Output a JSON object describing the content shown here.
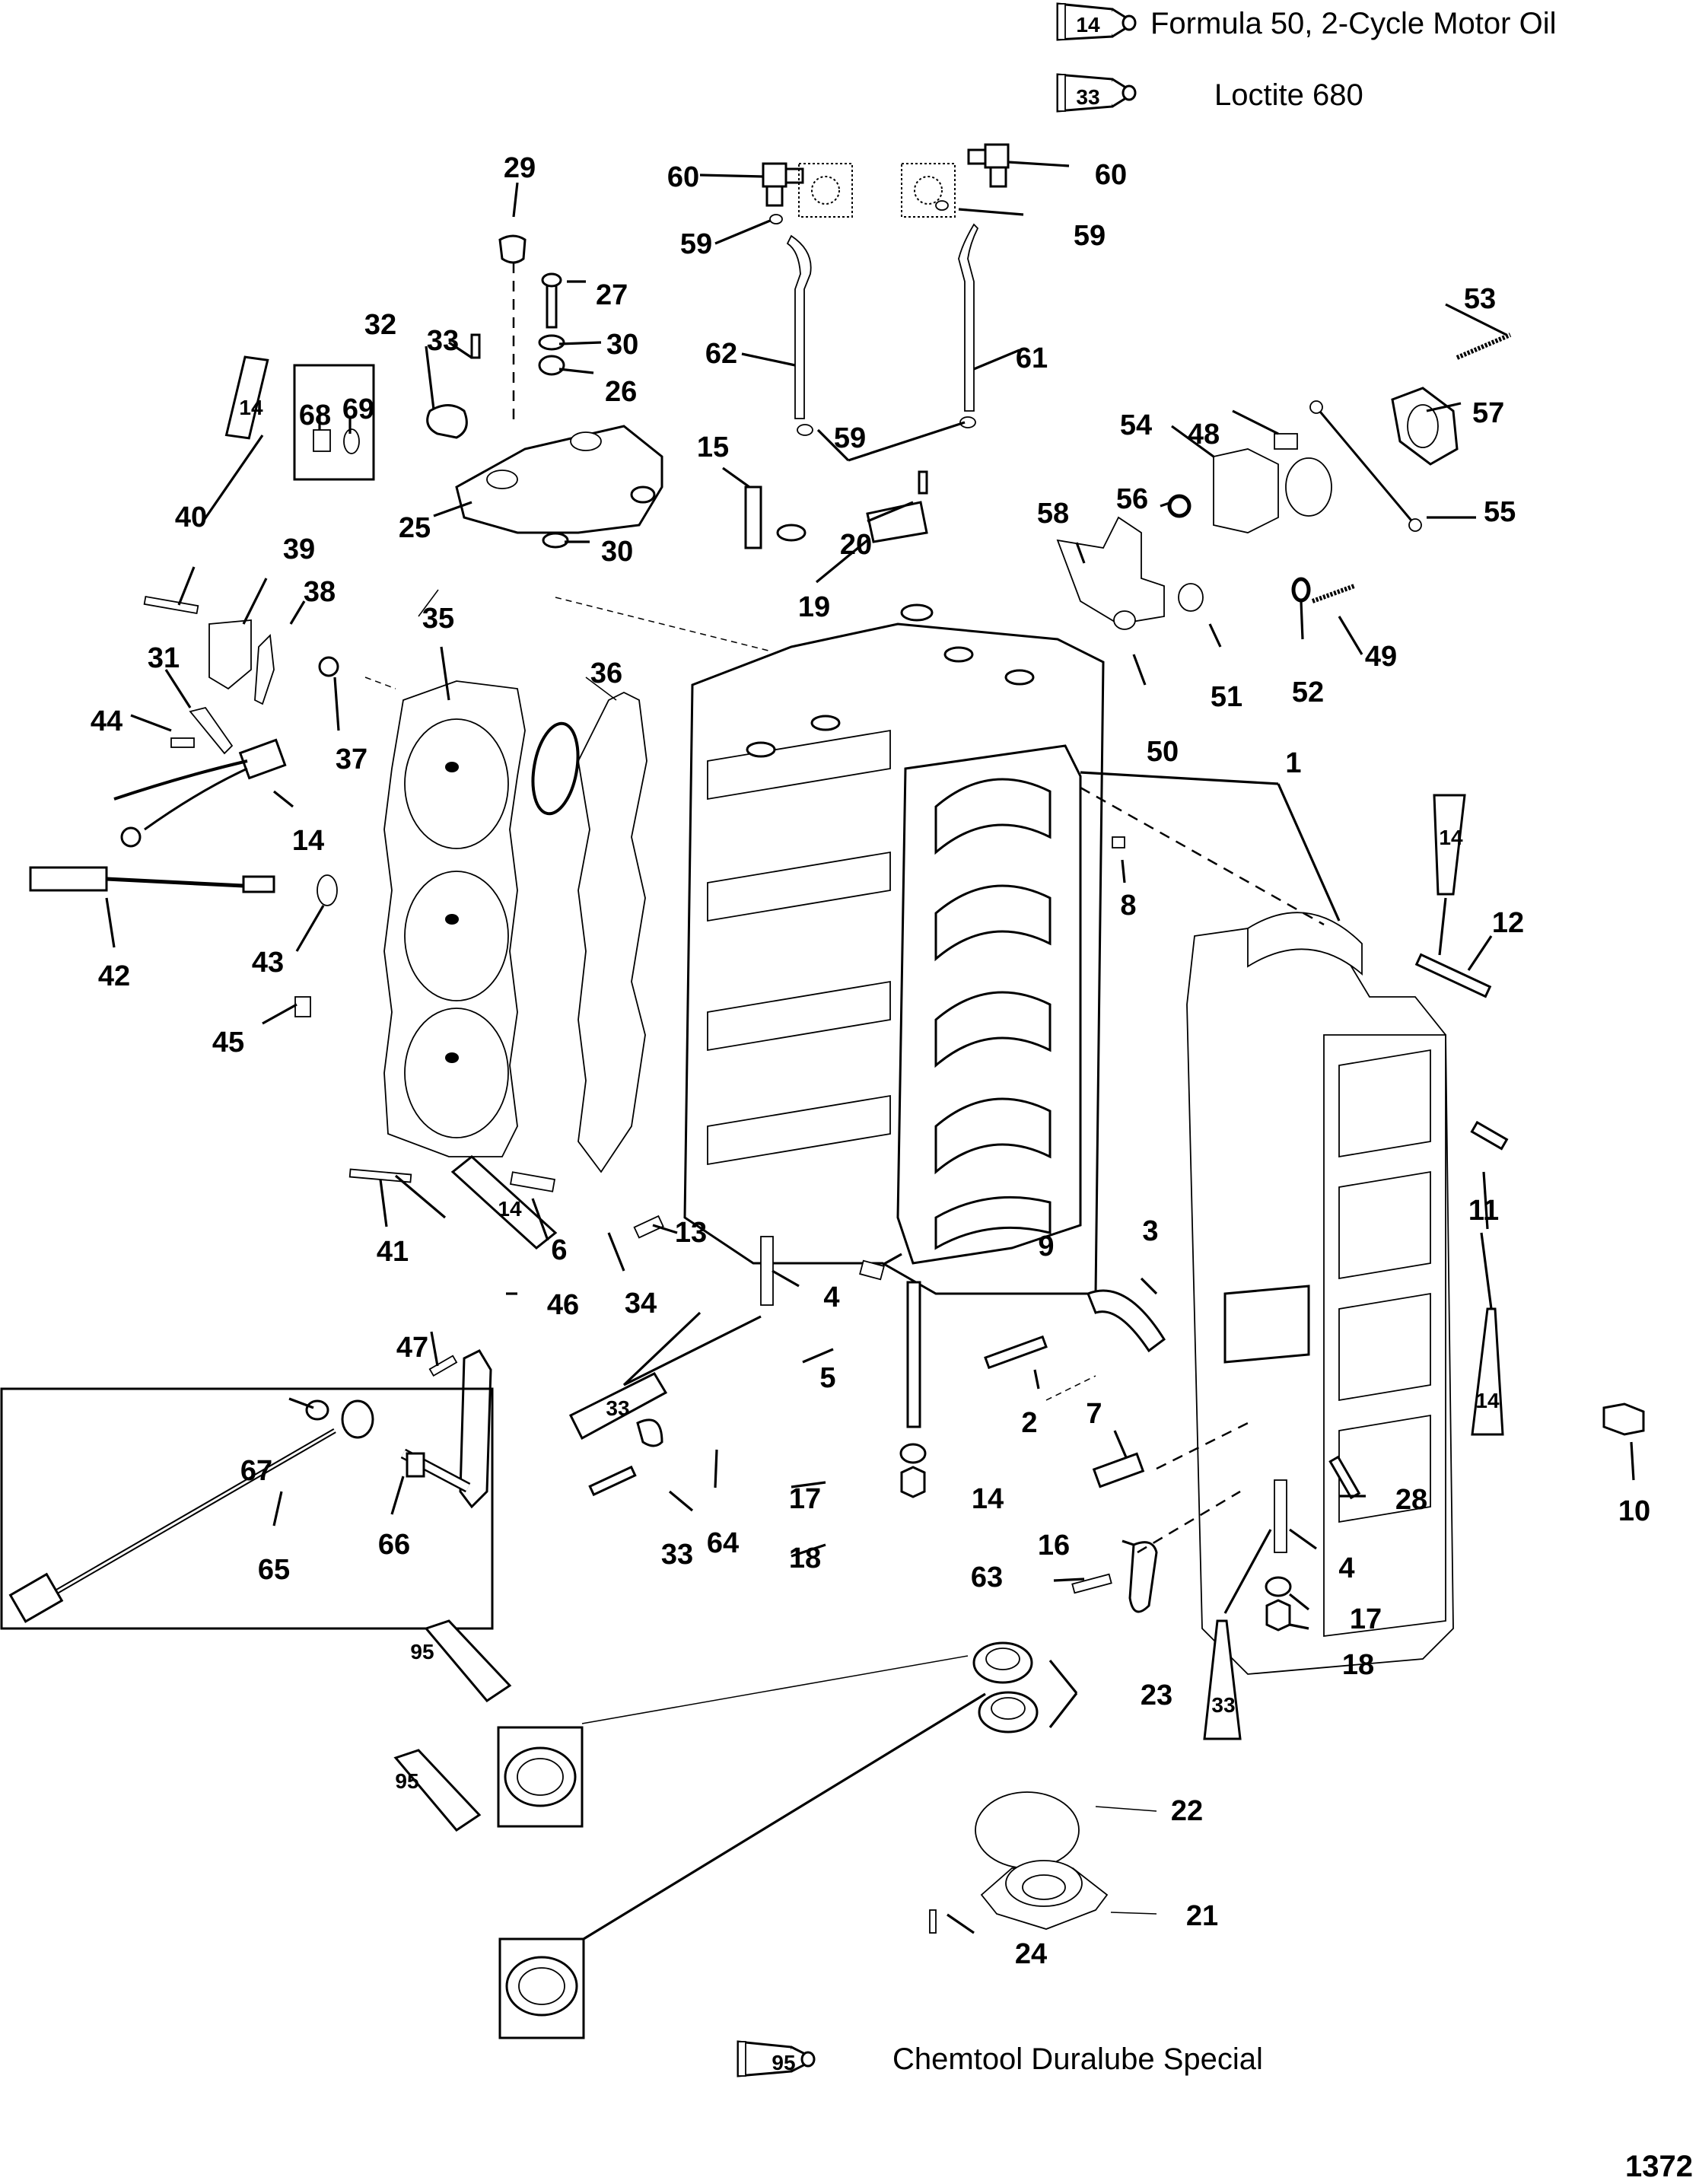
{
  "diagram": {
    "type": "exploded-parts-diagram",
    "subject": "Outboard cylinder block and crankcase assembly",
    "figure_number": "1372"
  },
  "legend": [
    {
      "code": "14",
      "text": "Formula 50, 2-Cycle Motor Oil"
    },
    {
      "code": "33",
      "text": "Loctite 680"
    },
    {
      "code": "95",
      "text": "Chemtool Duralube Special"
    }
  ],
  "sealant_tubes": [
    {
      "code": "14",
      "location": "upper-left near 40"
    },
    {
      "code": "14",
      "location": "near 41"
    },
    {
      "code": "14",
      "location": "near 12"
    },
    {
      "code": "14",
      "location": "near 11"
    },
    {
      "code": "33",
      "location": "near studs 4 and 5"
    },
    {
      "code": "33",
      "location": "near stud 4 lower right"
    },
    {
      "code": "95",
      "location": "upper seal inset"
    },
    {
      "code": "95",
      "location": "lower seal inset"
    }
  ],
  "callouts": {
    "c1": "1",
    "c2": "2",
    "c3": "3",
    "c4a": "4",
    "c4b": "4",
    "c5": "5",
    "c6": "6",
    "c7": "7",
    "c8": "8",
    "c9": "9",
    "c10": "10",
    "c11": "11",
    "c12": "12",
    "c13": "13",
    "c14a": "14",
    "c14b": "14",
    "c15": "15",
    "c16": "16",
    "c17a": "17",
    "c17b": "17",
    "c18a": "18",
    "c18b": "18",
    "c19": "19",
    "c20": "20",
    "c21": "21",
    "c22": "22",
    "c23": "23",
    "c24": "24",
    "c25": "25",
    "c26": "26",
    "c27": "27",
    "c28": "28",
    "c29": "29",
    "c30a": "30",
    "c30b": "30",
    "c31": "31",
    "c32": "32",
    "c33a": "33",
    "c33b": "33",
    "c34": "34",
    "c35": "35",
    "c36": "36",
    "c37": "37",
    "c38": "38",
    "c39": "39",
    "c40": "40",
    "c41": "41",
    "c42": "42",
    "c43": "43",
    "c44": "44",
    "c45": "45",
    "c46": "46",
    "c47": "47",
    "c48": "48",
    "c49": "49",
    "c50": "50",
    "c51": "51",
    "c52": "52",
    "c53": "53",
    "c54": "54",
    "c55": "55",
    "c56": "56",
    "c57": "57",
    "c58": "58",
    "c59a": "59",
    "c59b": "59",
    "c59c": "59",
    "c60a": "60",
    "c60b": "60",
    "c61": "61",
    "c62": "62",
    "c63": "63",
    "c64": "64",
    "c65": "65",
    "c66": "66",
    "c67": "67",
    "c68": "68",
    "c69": "69"
  }
}
